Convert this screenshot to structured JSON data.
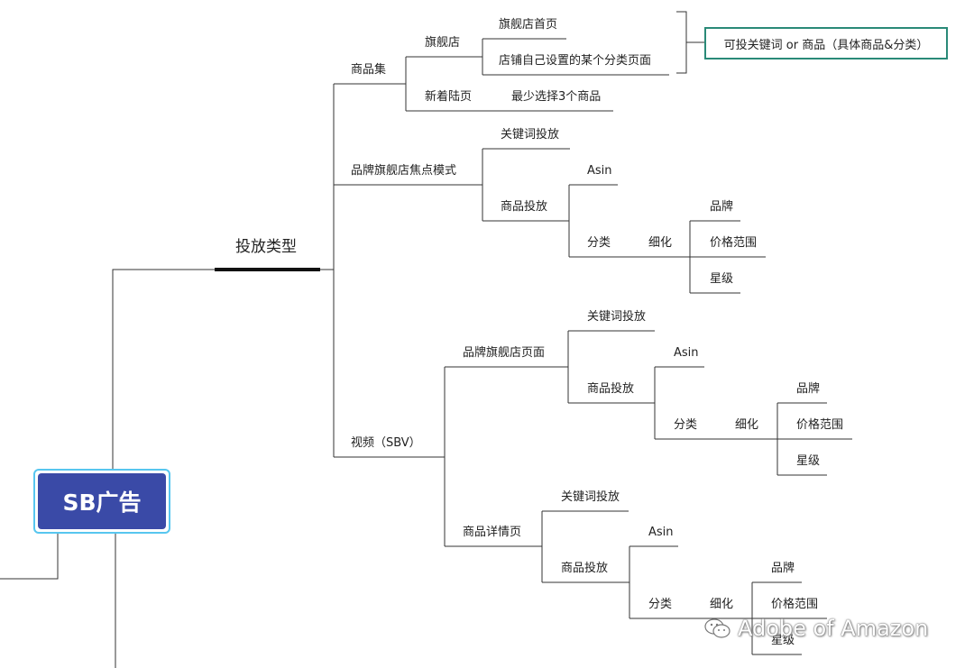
{
  "root": {
    "label": "SB广告"
  },
  "branch": {
    "label": "投放类型"
  },
  "categories": {
    "product_collection": {
      "label": "商品集",
      "flagship": {
        "label": "旗舰店",
        "home": "旗舰店首页",
        "category_page": "店铺自己设置的某个分类页面"
      },
      "new_landing": {
        "label": "新着陆页",
        "min_select": "最少选择3个商品"
      },
      "note": "可投关键词 or 商品（具体商品&分类）"
    },
    "store_spotlight": {
      "label": "品牌旗舰店焦点模式",
      "keyword": "关键词投放",
      "product_targeting": {
        "label": "商品投放",
        "asin": "Asin",
        "category": "分类",
        "refine": "细化",
        "brand": "品牌",
        "price": "价格范围",
        "rating": "星级"
      }
    },
    "video": {
      "label": "视频（SBV）",
      "store_page": {
        "label": "品牌旗舰店页面",
        "keyword": "关键词投放",
        "product_targeting": {
          "label": "商品投放",
          "asin": "Asin",
          "category": "分类",
          "refine": "细化",
          "brand": "品牌",
          "price": "价格范围",
          "rating": "星级"
        }
      },
      "detail_page": {
        "label": "商品详情页",
        "keyword": "关键词投放",
        "product_targeting": {
          "label": "商品投放",
          "asin": "Asin",
          "category": "分类",
          "refine": "细化",
          "brand": "品牌",
          "price": "价格范围",
          "rating": "星级"
        }
      }
    }
  },
  "watermark": {
    "text": "Adobe of Amazon",
    "icon": "wechat-icon"
  },
  "colors": {
    "root_fill": "#3a4aa7",
    "root_border": "#57c6ef",
    "note_border": "#2a8a78",
    "line": "#333333"
  }
}
